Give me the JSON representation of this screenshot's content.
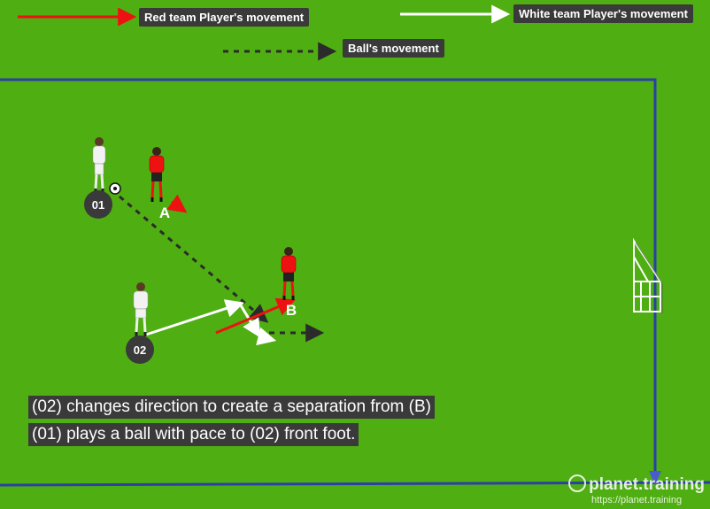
{
  "legend": {
    "red_label": "Red team Player's movement",
    "white_label": "White team Player's movement",
    "ball_label": "Ball's movement"
  },
  "players": {
    "p01_label": "01",
    "p02_label": "02",
    "a_label": "A",
    "b_label": "B"
  },
  "captions": {
    "line1": "(02) changes direction to create a separation from (B)",
    "line2": "(01) plays a ball with pace to (02) front foot."
  },
  "watermark": {
    "brand": "planet.training",
    "url": "https://planet.training"
  },
  "colors": {
    "pitch": "#4fae12",
    "red": "#ee1111",
    "white": "#ffffff",
    "ball_line": "#2b2b2b",
    "boundary": "#2b3fa8",
    "label_bg": "#3a3a3a"
  }
}
